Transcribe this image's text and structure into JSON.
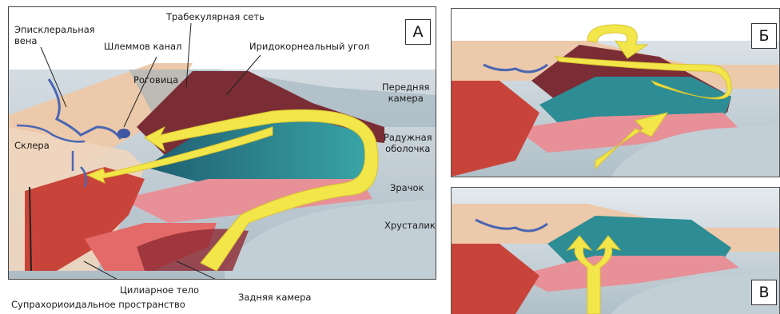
{
  "panels": {
    "a": {
      "badge": "А"
    },
    "b": {
      "badge": "Б"
    },
    "c": {
      "badge": "В"
    }
  },
  "labels": {
    "episcleral_vein_1": "Эписклеральная",
    "episcleral_vein_2": "вена",
    "trabecular_meshwork": "Трабекулярная сеть",
    "schlemm_canal": "Шлеммов канал",
    "iridocorneal_angle": "Иридокорнеальный угол",
    "cornea": "Роговица",
    "anterior_chamber_1": "Передняя",
    "anterior_chamber_2": "камера",
    "sclera": "Склера",
    "iris_1": "Радужная",
    "iris_2": "оболочка",
    "pupil": "Зрачок",
    "lens": "Хрусталик",
    "ciliary_body": "Цилиарное тело",
    "posterior_chamber": "Задняя камера",
    "suprachoroidal_space": "Супрахориоидальное пространство"
  },
  "colors": {
    "sclera": "#e8c5a8",
    "muscle": "#c9443b",
    "iris_blue": "#2d8c94",
    "iris_pink": "#e58a8a",
    "arrow": "#f3e64a",
    "vein": "#4a66b3",
    "background": "#c9d5dc"
  }
}
